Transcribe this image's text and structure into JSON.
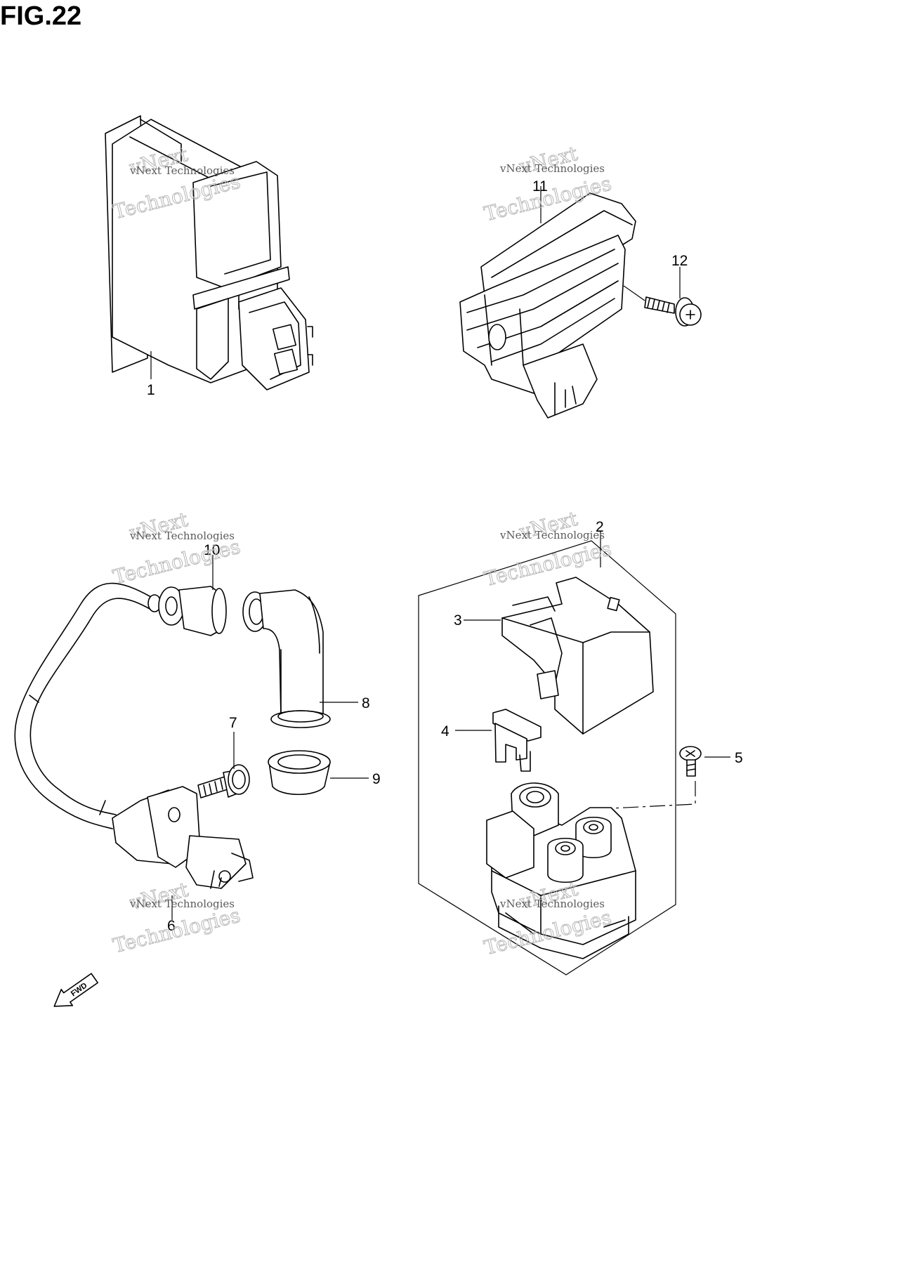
{
  "figure": {
    "title": "FIG.22"
  },
  "callouts": {
    "p1": "1",
    "p2": "2",
    "p3": "3",
    "p4": "4",
    "p5": "5",
    "p6": "6",
    "p7": "7",
    "p8": "8",
    "p9": "9",
    "p10": "10",
    "p11": "11",
    "p12": "12"
  },
  "watermark": {
    "line1": "vNext Technologies",
    "line2": "Technologies",
    "line3": "vNext"
  },
  "direction_marker": {
    "label": "FWD"
  }
}
